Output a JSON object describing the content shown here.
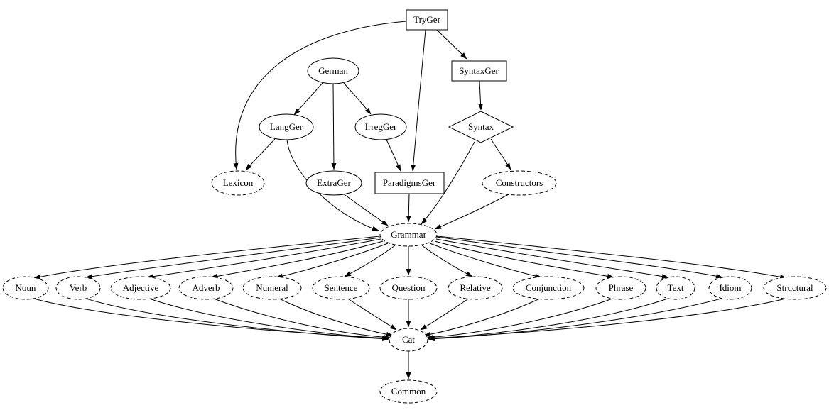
{
  "nodes": {
    "tryger": "TryGer",
    "syntaxger": "SyntaxGer",
    "german": "German",
    "langger": "LangGer",
    "irregger": "IrregGer",
    "syntax": "Syntax",
    "lexicon": "Lexicon",
    "extrager": "ExtraGer",
    "paradigmsger": "ParadigmsGer",
    "constructors": "Constructors",
    "grammar": "Grammar",
    "noun": "Noun",
    "verb": "Verb",
    "adjective": "Adjective",
    "adverb": "Adverb",
    "numeral": "Numeral",
    "sentence": "Sentence",
    "question": "Question",
    "relative": "Relative",
    "conjunction": "Conjunction",
    "phrase": "Phrase",
    "text": "Text",
    "idiom": "Idiom",
    "structural": "Structural",
    "cat": "Cat",
    "common": "Common"
  },
  "edges": [
    {
      "from": "TryGer",
      "to": "SyntaxGer"
    },
    {
      "from": "TryGer",
      "to": "ParadigmsGer"
    },
    {
      "from": "TryGer",
      "to": "Lexicon"
    },
    {
      "from": "German",
      "to": "LangGer"
    },
    {
      "from": "German",
      "to": "IrregGer"
    },
    {
      "from": "German",
      "to": "ExtraGer"
    },
    {
      "from": "LangGer",
      "to": "Lexicon"
    },
    {
      "from": "LangGer",
      "to": "Grammar"
    },
    {
      "from": "IrregGer",
      "to": "ParadigmsGer"
    },
    {
      "from": "SyntaxGer",
      "to": "Syntax"
    },
    {
      "from": "Syntax",
      "to": "Constructors"
    },
    {
      "from": "Syntax",
      "to": "Grammar"
    },
    {
      "from": "ExtraGer",
      "to": "Grammar"
    },
    {
      "from": "ParadigmsGer",
      "to": "Grammar"
    },
    {
      "from": "Constructors",
      "to": "Grammar"
    },
    {
      "from": "Grammar",
      "to": "Noun"
    },
    {
      "from": "Grammar",
      "to": "Verb"
    },
    {
      "from": "Grammar",
      "to": "Adjective"
    },
    {
      "from": "Grammar",
      "to": "Adverb"
    },
    {
      "from": "Grammar",
      "to": "Numeral"
    },
    {
      "from": "Grammar",
      "to": "Sentence"
    },
    {
      "from": "Grammar",
      "to": "Question"
    },
    {
      "from": "Grammar",
      "to": "Relative"
    },
    {
      "from": "Grammar",
      "to": "Conjunction"
    },
    {
      "from": "Grammar",
      "to": "Phrase"
    },
    {
      "from": "Grammar",
      "to": "Text"
    },
    {
      "from": "Grammar",
      "to": "Idiom"
    },
    {
      "from": "Grammar",
      "to": "Structural"
    },
    {
      "from": "Noun",
      "to": "Cat"
    },
    {
      "from": "Verb",
      "to": "Cat"
    },
    {
      "from": "Adjective",
      "to": "Cat"
    },
    {
      "from": "Adverb",
      "to": "Cat"
    },
    {
      "from": "Numeral",
      "to": "Cat"
    },
    {
      "from": "Sentence",
      "to": "Cat"
    },
    {
      "from": "Question",
      "to": "Cat"
    },
    {
      "from": "Relative",
      "to": "Cat"
    },
    {
      "from": "Conjunction",
      "to": "Cat"
    },
    {
      "from": "Phrase",
      "to": "Cat"
    },
    {
      "from": "Text",
      "to": "Cat"
    },
    {
      "from": "Idiom",
      "to": "Cat"
    },
    {
      "from": "Structural",
      "to": "Cat"
    },
    {
      "from": "Cat",
      "to": "Common"
    }
  ]
}
